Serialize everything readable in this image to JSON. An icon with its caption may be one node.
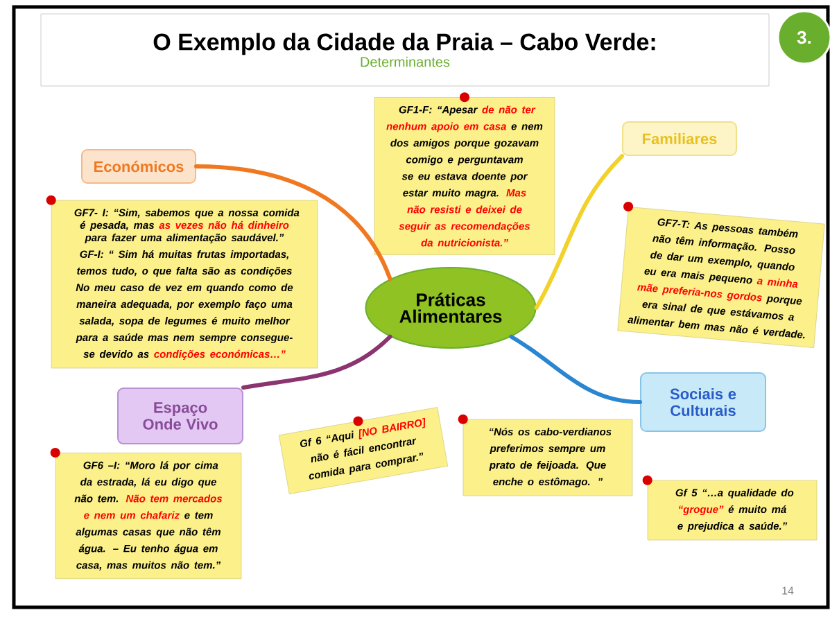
{
  "diagram": {
    "nodes": [
      {
        "text": [
          "O Exemplo da Cidade da Praia – Cabo Verde:",
          "Determinantes"
        ]
      },
      {
        "text": [
          "3."
        ]
      },
      {
        "text": [
          "Práticas Alimentares"
        ]
      },
      {
        "text": [
          "Económicos"
        ]
      },
      {
        "text": [
          "GF1-F: “Apesar **de não ter nenhum apoio em casa** e nem dos amigos porque gozavam comigo e perguntavam se eu estava doente por estar muito magra. **Mas não resisti e deixei de seguir as recomendações da nutricionista.”**"
        ]
      },
      {
        "text": [
          "Familiares"
        ]
      },
      {
        "text": [
          "GF7- I:  “Sim, sabemos que a nossa comida é pesada, mas **as vezes não há dinheiro** para fazer uma alimentação saudável.”",
          "GF-I: “ Sim há muitas frutas importadas, temos tudo, o que falta são as condições No meu caso de vez em quando como de maneira adequada, por exemplo faço uma salada, sopa de legumes é muito melhor para a saúde mas nem sempre consegue-se devido as **condições económicas…”**"
        ]
      },
      {
        "text": [
          "GF7-T: As pessoas também não têm informação. Posso de dar um exemplo, quando eu era mais pequeno **a minha mãe preferia-nos gordos** porque era sinal de que estávamos a alimentar bem mas não é verdade."
        ]
      },
      {
        "text": [
          "Espaço Onde Vivo"
        ]
      },
      {
        "text": [
          "Gf 6 “Aqui **[NO BAIRRO]** não é fácil encontrar comida para comprar.”"
        ]
      },
      {
        "text": [
          "GF6 –I: “Moro lá por cima da estrada, lá eu digo que não tem. **Não tem mercados e nem um chafariz** e tem algumas casas que não têm água. – Eu tenho água em casa, mas muitos não tem.”"
        ]
      },
      {
        "text": [
          "Sociais e Culturais"
        ]
      },
      {
        "text": [
          "“Nós os cabo-verdianos preferimos sempre um prato de feijoada. Que enche o estômago. ”"
        ]
      },
      {
        "text": [
          "Gf 5 “…a qualidade do **“grogue”** é muito má e prejudica a saúde.”"
        ]
      }
    ],
    "edges": [
      {
        "from": 2,
        "to": 3,
        "arrow": "none",
        "color": "#f07820"
      },
      {
        "from": 2,
        "to": 5,
        "arrow": "none",
        "color": "#f2d22a"
      },
      {
        "from": 2,
        "to": 8,
        "arrow": "none",
        "color": "#8a3470"
      },
      {
        "from": 2,
        "to": 11,
        "arrow": "none",
        "color": "#2a86d0"
      }
    ],
    "labels": [
      "14"
    ]
  }
}
